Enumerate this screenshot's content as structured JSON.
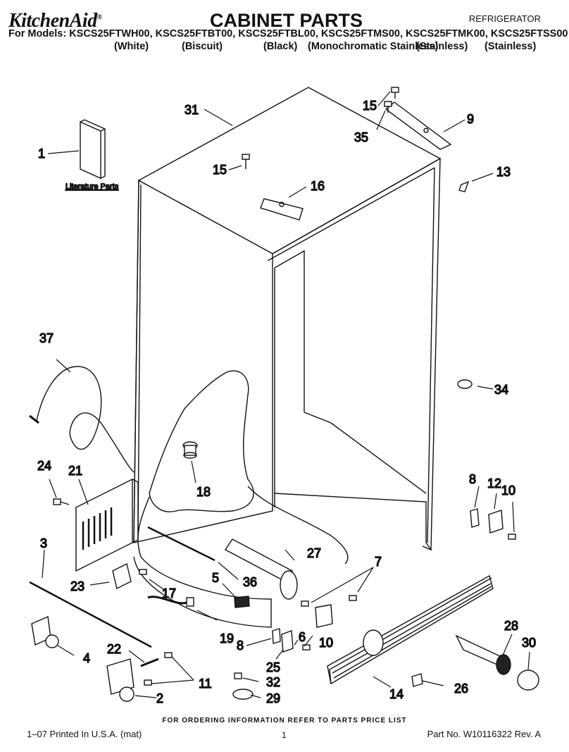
{
  "header": {
    "brand": "KitchenAid",
    "brand_mark": "®",
    "title": "CABINET PARTS",
    "category": "REFRIGERATOR",
    "models_line": "For Models: KSCS25FTWH00, KSCS25FTBT00, KSCS25FTBL00, KSCS25FTMS00, KSCS25FTMK00, KSCS25FTSS00",
    "variants": [
      "(White)",
      "(Biscuit)",
      "(Black)",
      "(Monochromatic Stainless)",
      "(Stainless)",
      "(Stainless)"
    ]
  },
  "diagram": {
    "literature_label": "Literature Parts",
    "callouts": {
      "c1": "1",
      "c2": "2",
      "c3": "3",
      "c4": "4",
      "c5": "5",
      "c6": "6",
      "c7": "7",
      "c8a": "8",
      "c8b": "8",
      "c9": "9",
      "c10a": "10",
      "c10b": "10",
      "c11": "11",
      "c12": "12",
      "c13": "13",
      "c14": "14",
      "c15a": "15",
      "c15b": "15",
      "c16": "16",
      "c17": "17",
      "c18": "18",
      "c19": "19",
      "c21": "21",
      "c22": "22",
      "c23": "23",
      "c24": "24",
      "c25": "25",
      "c26": "26",
      "c27": "27",
      "c28": "28",
      "c29": "29",
      "c30": "30",
      "c31": "31",
      "c32": "32",
      "c34": "34",
      "c35": "35",
      "c36": "36",
      "c37": "37"
    }
  },
  "footer": {
    "ordering_note": "FOR ORDERING INFORMATION REFER TO PARTS PRICE LIST",
    "printed": "1–07 Printed In U.S.A. (mat)",
    "page": "1",
    "part_no": "Part No. W10116322 Rev. A"
  }
}
